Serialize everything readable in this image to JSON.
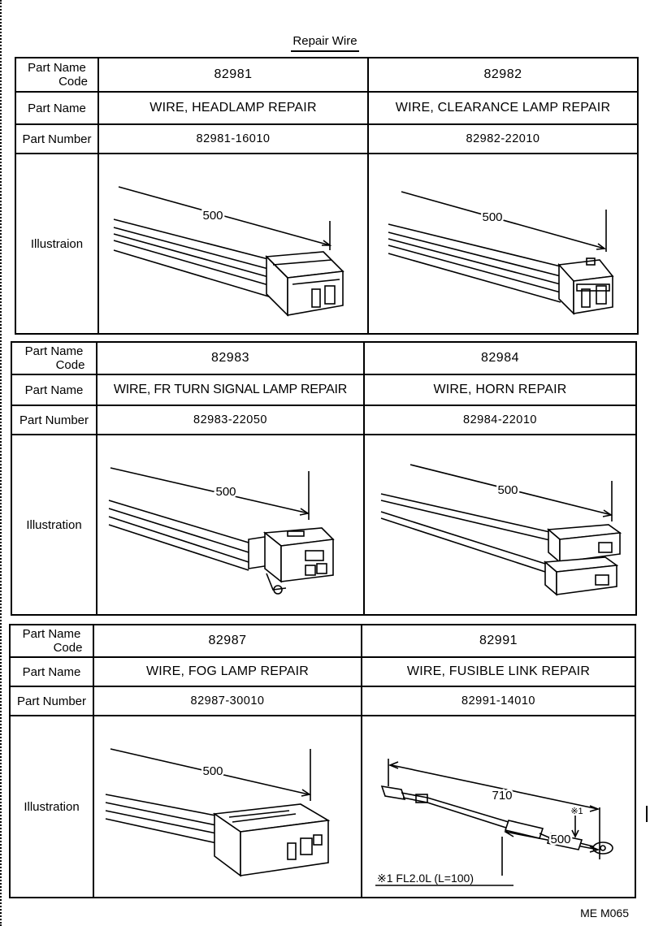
{
  "title": "Repair Wire",
  "row_labels": {
    "code": "Part Name Code",
    "code_line1": "Part Name",
    "code_line2": "Code",
    "name": "Part Name",
    "number": "Part Number"
  },
  "blocks": [
    {
      "illustration_label": "Illustraion",
      "parts": [
        {
          "code": "82981",
          "name": "WIRE, HEADLAMP REPAIR",
          "number": "82981-16010",
          "dimension": "500"
        },
        {
          "code": "82982",
          "name": "WIRE, CLEARANCE LAMP REPAIR",
          "number": "82982-22010",
          "dimension": "500"
        }
      ]
    },
    {
      "illustration_label": "Illustration",
      "parts": [
        {
          "code": "82983",
          "name": "WIRE, FR TURN SIGNAL LAMP REPAIR",
          "number": "82983-22050",
          "dimension": "500"
        },
        {
          "code": "82984",
          "name": "WIRE, HORN REPAIR",
          "number": "82984-22010",
          "dimension": "500"
        }
      ]
    },
    {
      "illustration_label": "Illustration",
      "parts": [
        {
          "code": "82987",
          "name": "WIRE, FOG LAMP REPAIR",
          "number": "82987-30010",
          "dimension": "500"
        },
        {
          "code": "82991",
          "name": "WIRE, FUSIBLE LINK REPAIR",
          "number": "82991-14010",
          "dimension": "500",
          "dimension_total": "710",
          "note_mark": "※1",
          "note": "※1 FL2.0L (L=100)"
        }
      ]
    }
  ],
  "footer": "ME M065"
}
